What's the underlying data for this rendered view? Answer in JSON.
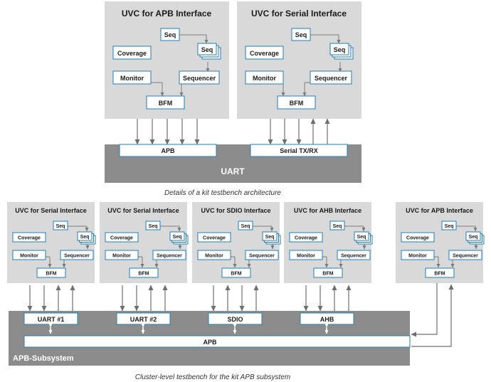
{
  "top": {
    "uvc_apb": {
      "title": "UVC for APB Interface",
      "seq": "Seq",
      "seq_stack": "Seq",
      "coverage": "Coverage",
      "monitor": "Monitor",
      "sequencer": "Sequencer",
      "bfm": "BFM"
    },
    "uvc_serial": {
      "title": "UVC for Serial Interface",
      "seq": "Seq",
      "seq_stack": "Seq",
      "coverage": "Coverage",
      "monitor": "Monitor",
      "sequencer": "Sequencer",
      "bfm": "BFM"
    },
    "apb_port": "APB",
    "serial_port": "Serial TX/RX",
    "uart_label": "UART",
    "caption": "Details of a kit testbench architecture"
  },
  "bottom": {
    "uvcs": [
      {
        "title": "UVC for Serial Interface",
        "seq": "Seq",
        "seq_stack": "Seq",
        "coverage": "Coverage",
        "monitor": "Monitor",
        "sequencer": "Sequencer",
        "bfm": "BFM"
      },
      {
        "title": "UVC for Serial Interface",
        "seq": "Seq",
        "seq_stack": "Seq",
        "coverage": "Coverage",
        "monitor": "Monitor",
        "sequencer": "Sequencer",
        "bfm": "BFM"
      },
      {
        "title": "UVC for SDIO Interface",
        "seq": "Seq",
        "seq_stack": "Seq",
        "coverage": "Coverage",
        "monitor": "Monitor",
        "sequencer": "Sequencer",
        "bfm": "BFM"
      },
      {
        "title": "UVC for AHB Interface",
        "seq": "Seq",
        "seq_stack": "Seq",
        "coverage": "Coverage",
        "monitor": "Monitor",
        "sequencer": "Sequencer",
        "bfm": "BFM"
      },
      {
        "title": "UVC for APB Interface",
        "seq": "Seq",
        "seq_stack": "Seq",
        "coverage": "Coverage",
        "monitor": "Monitor",
        "sequencer": "Sequencer",
        "bfm": "BFM"
      }
    ],
    "ports": [
      "UART #1",
      "UART #2",
      "SDIO",
      "AHB"
    ],
    "apb_bus": "APB",
    "subsystem_label": "APB-Subsystem",
    "caption": "Cluster-level testbench for the kit APB subsystem"
  }
}
